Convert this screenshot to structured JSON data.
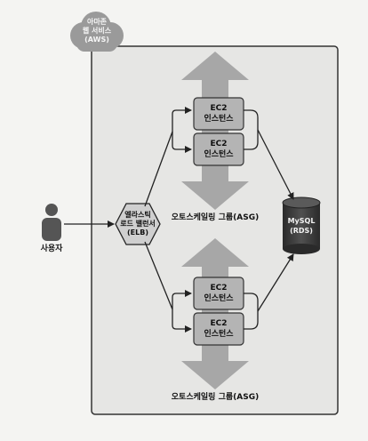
{
  "cloud": {
    "line1": "아마존",
    "line2": "웹 서비스",
    "line3": "(AWS)"
  },
  "user": {
    "label": "사용자"
  },
  "elb": {
    "line1": "엘라스틱",
    "line2": "로드 밸런서",
    "line3": "(ELB)"
  },
  "top_group": {
    "instances": [
      {
        "line1": "EC2",
        "line2": "인스턴스"
      },
      {
        "line1": "EC2",
        "line2": "인스턴스"
      }
    ],
    "label": "오토스케일링 그룹(ASG)"
  },
  "bottom_group": {
    "instances": [
      {
        "line1": "EC2",
        "line2": "인스턴스"
      },
      {
        "line1": "EC2",
        "line2": "인스턴스"
      }
    ],
    "label": "오토스케일링 그룹(ASG)"
  },
  "db": {
    "line1": "MySQL",
    "line2": "(RDS)"
  },
  "colors": {
    "arrow_band": "#a7a7a7",
    "ec2_fill": "#b4b4b4",
    "elb_fill": "#cfcfcf",
    "db_fill": "#3a3a3a",
    "person_fill": "#555555",
    "cloud_fill": "#9a9a9a",
    "frame_bg": "#e6e6e4"
  }
}
